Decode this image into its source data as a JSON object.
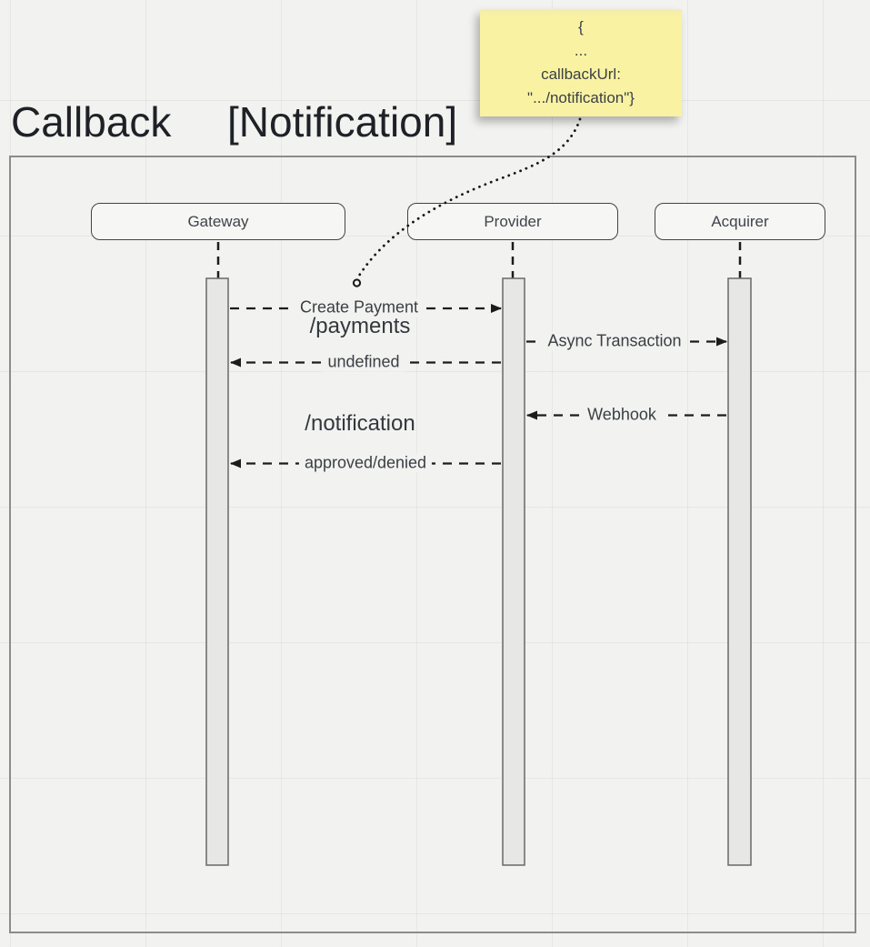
{
  "title": {
    "name": "Callback",
    "tag": "[Notification]"
  },
  "sticky_note": {
    "lines": [
      "{",
      "...",
      "callbackUrl:",
      "\".../notification\"}"
    ]
  },
  "actors": [
    {
      "label": "Gateway"
    },
    {
      "label": "Provider"
    },
    {
      "label": "Acquirer"
    }
  ],
  "messages": {
    "create_payment": {
      "label": "Create Payment",
      "from": "Gateway",
      "to": "Provider"
    },
    "payments_path": {
      "label": "/payments"
    },
    "async_transaction": {
      "label": "Async Transaction",
      "from": "Provider",
      "to": "Acquirer"
    },
    "undefined_reply": {
      "label": "undefined",
      "from": "Provider",
      "to": "Gateway"
    },
    "webhook": {
      "label": "Webhook",
      "from": "Acquirer",
      "to": "Provider"
    },
    "notification_path": {
      "label": "/notification"
    },
    "approved_denied": {
      "label": "approved/denied",
      "from": "Provider",
      "to": "Gateway"
    }
  },
  "colors": {
    "background": "#f2f2f0",
    "sticky_note": "#f9f2a2",
    "stroke": "#1c1c1c",
    "frame_border": "#8c8c8c",
    "actor_border": "#3f444a",
    "activation_fill": "#e7e7e6",
    "text": "#3a3f44"
  }
}
